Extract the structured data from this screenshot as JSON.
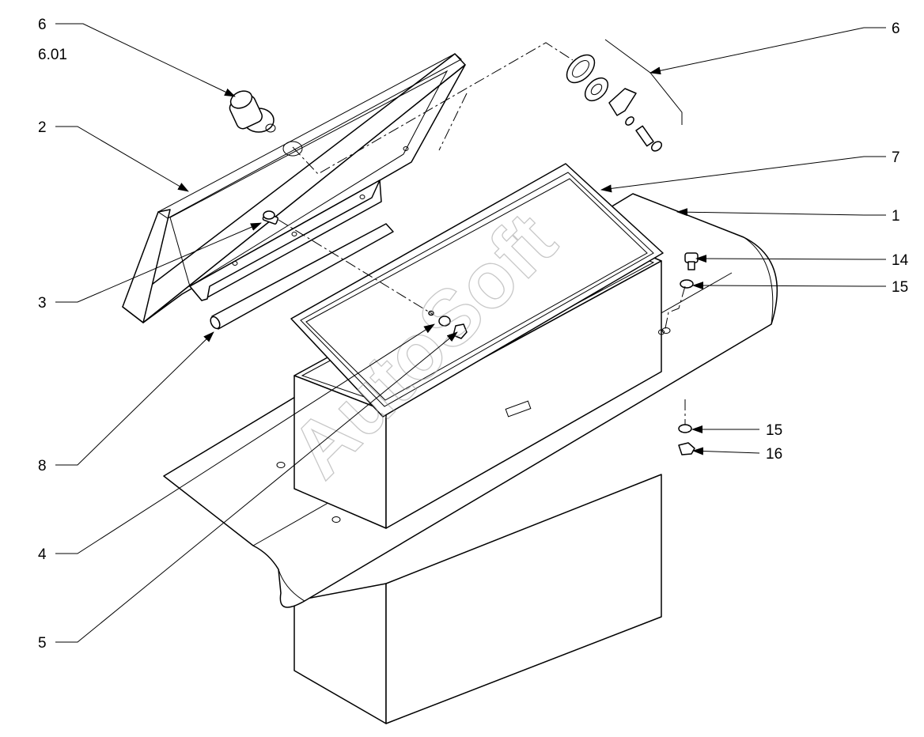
{
  "watermark": "AutoSoft",
  "callouts": [
    {
      "id": "6",
      "label": "6"
    },
    {
      "id": "6.01",
      "label": "6.01"
    },
    {
      "id": "2",
      "label": "2"
    },
    {
      "id": "3",
      "label": "3"
    },
    {
      "id": "8",
      "label": "8"
    },
    {
      "id": "4",
      "label": "4"
    },
    {
      "id": "5",
      "label": "5"
    },
    {
      "id": "6r",
      "label": "6"
    },
    {
      "id": "7",
      "label": "7"
    },
    {
      "id": "1",
      "label": "1"
    },
    {
      "id": "14",
      "label": "14"
    },
    {
      "id": "15a",
      "label": "15"
    },
    {
      "id": "15b",
      "label": "15"
    },
    {
      "id": "16",
      "label": "16"
    }
  ]
}
